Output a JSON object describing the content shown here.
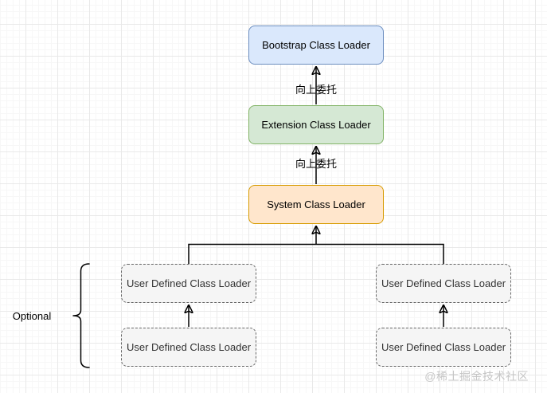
{
  "diagram": {
    "title_implicit": "Class loader delegation hierarchy",
    "nodes": {
      "bootstrap": {
        "label": "Bootstrap Class Loader",
        "fill": "#dae8fc",
        "border": "#6c8ebf"
      },
      "extension": {
        "label": "Extension Class Loader",
        "fill": "#d5e8d4",
        "border": "#82b366"
      },
      "system": {
        "label": "System Class Loader",
        "fill": "#ffe6cc",
        "border": "#d79b00"
      },
      "user_left_top": {
        "label": "User Defined Class Loader",
        "fill": "#f5f5f5",
        "border": "#666666"
      },
      "user_left_bottom": {
        "label": "User Defined Class Loader",
        "fill": "#f5f5f5",
        "border": "#666666"
      },
      "user_right_top": {
        "label": "User Defined Class Loader",
        "fill": "#f5f5f5",
        "border": "#666666"
      },
      "user_right_bottom": {
        "label": "User Defined Class Loader",
        "fill": "#f5f5f5",
        "border": "#666666"
      }
    },
    "edge_labels": {
      "delegate_up_1": "向上委托",
      "delegate_up_2": "向上委托"
    },
    "side_label": "Optional",
    "watermark": "@稀土掘金技术社区",
    "colors": {
      "line": "#000000",
      "grid_major": "#e9e9e9",
      "grid_minor": "#f7f7f7",
      "watermark_gray": "#c6c6c6"
    }
  }
}
